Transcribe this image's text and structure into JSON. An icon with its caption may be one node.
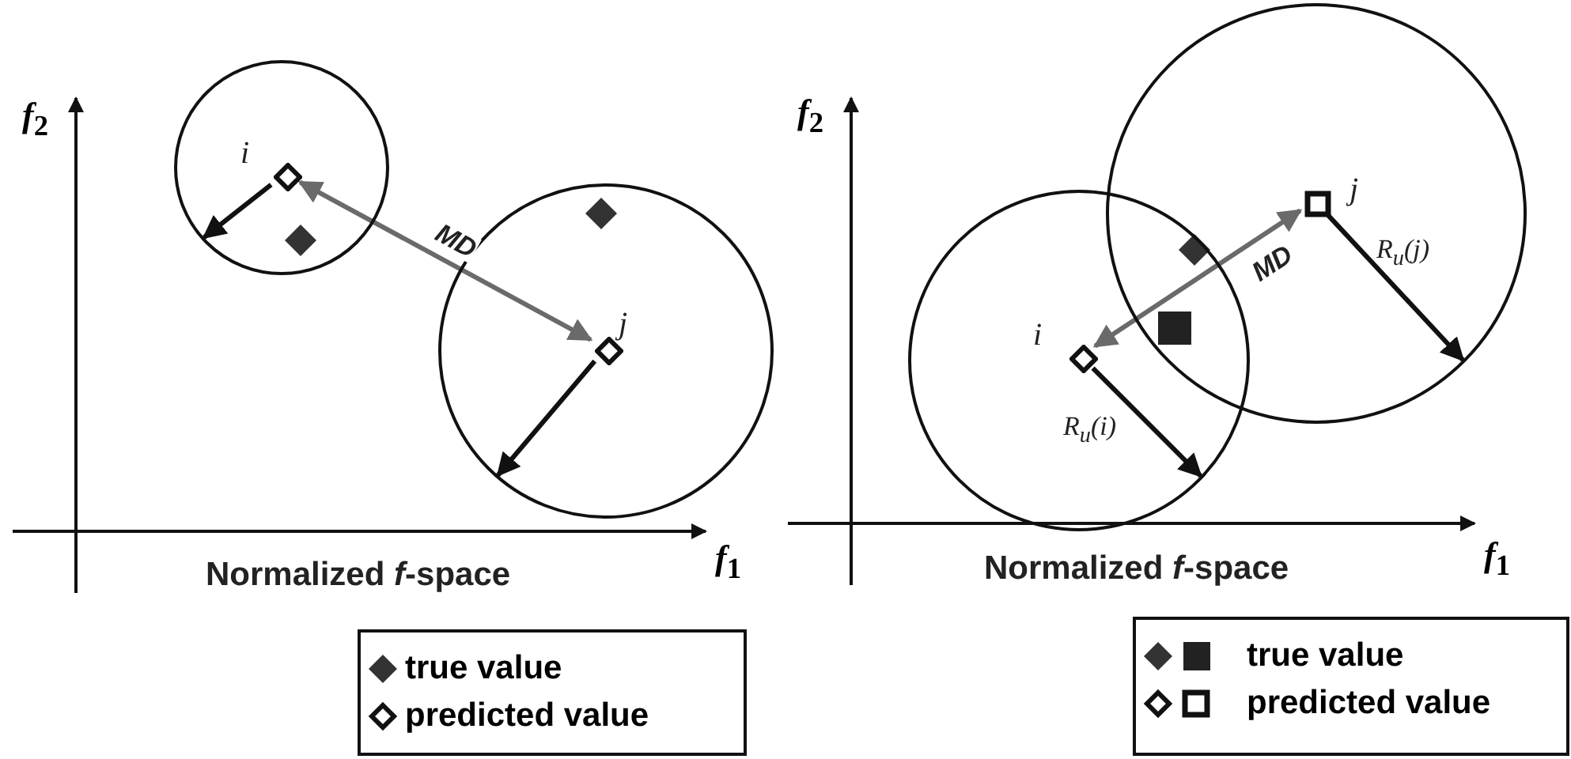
{
  "diagram": {
    "nodes": [
      {
        "text": [],
        "shape": "circle"
      },
      {
        "text": [],
        "shape": "diamond",
        "beside": [
          "i"
        ],
        "in": 0
      },
      {
        "text": [],
        "shape": "circle"
      },
      {
        "text": [],
        "shape": "diamond",
        "beside": [
          "j"
        ],
        "in": 2
      },
      {
        "text": [],
        "shape": "circle"
      },
      {
        "text": [],
        "shape": "diamond",
        "beside": [
          "i"
        ],
        "in": 4
      },
      {
        "text": [],
        "shape": "circle"
      },
      {
        "text": [],
        "shape": "box",
        "beside": [
          "j"
        ],
        "in": 6
      }
    ],
    "edges": [
      {
        "from": 1,
        "to": 0,
        "arrow": "to"
      },
      {
        "from": 1,
        "to": 3,
        "arrow": "both",
        "label": "MD",
        "color": "#6a6a6a"
      },
      {
        "from": 3,
        "to": 2,
        "arrow": "to"
      },
      {
        "from": 7,
        "to": 6,
        "arrow": "to",
        "label": "R$_{u}$(j)"
      },
      {
        "from": 5,
        "to": 7,
        "arrow": "both",
        "label": "MD",
        "color": "#6a6a6a"
      },
      {
        "from": 5,
        "to": 4,
        "arrow": "to",
        "label": "R$_{u}$(i)"
      }
    ],
    "labels": [
      "*f*$_{2}$",
      "*f*$_{1}$",
      "Normalized *f*-space",
      "*f*$_{2}$",
      "*f*$_{1}$",
      "Normalized *f*-space"
    ],
    "legend": [
      {
        "text": "true value"
      },
      {
        "text": "predicted value"
      },
      {
        "text": "true value"
      },
      {
        "text": "predicted value"
      }
    ]
  }
}
